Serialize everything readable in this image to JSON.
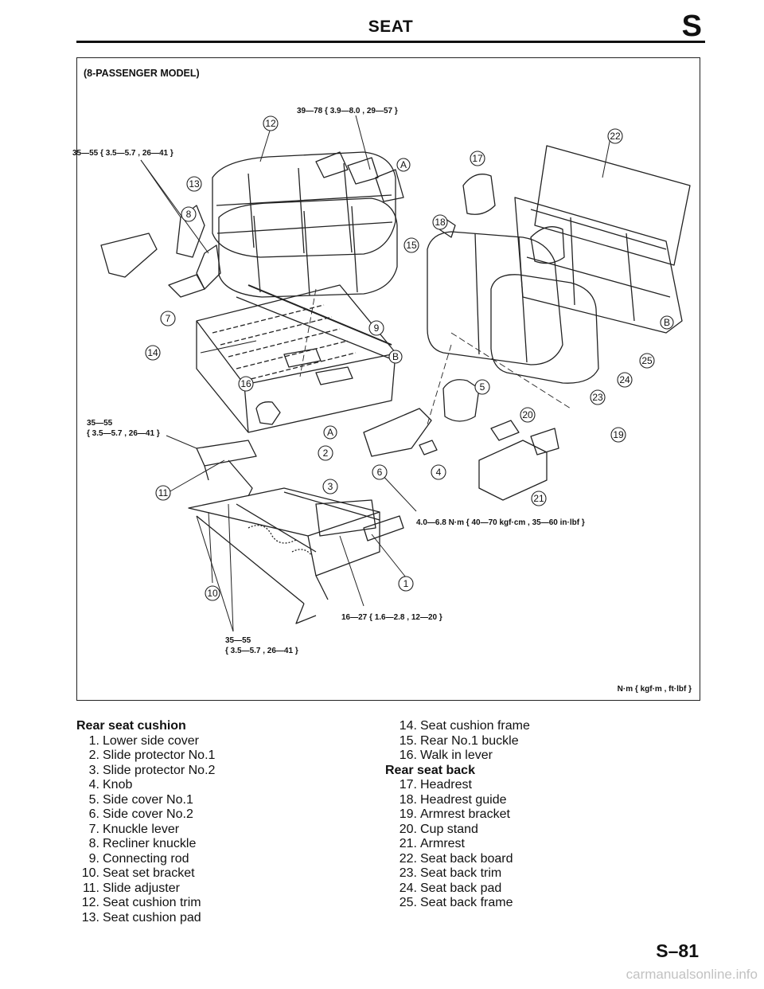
{
  "header": {
    "title": "SEAT",
    "section_letter": "S"
  },
  "figure": {
    "model_label": "(8-PASSENGER MODEL)",
    "units_note": "N·m { kgf·m , ft·lbf }",
    "torque_specs": [
      "39—78 { 3.9—8.0 , 29—57 }",
      "35—55 { 3.5—5.7 , 26—41 }",
      "35—55",
      "{ 3.5—5.7 , 26—41 }",
      "4.0—6.8 N·m { 40—70 kgf·cm , 35—60 in·lbf }",
      "16—27 { 1.6—2.8 , 12—20 }",
      "35—55",
      "{ 3.5—5.7 , 26—41 }"
    ],
    "callouts": [
      "1",
      "2",
      "3",
      "4",
      "5",
      "6",
      "7",
      "8",
      "9",
      "10",
      "11",
      "12",
      "13",
      "14",
      "15",
      "16",
      "17",
      "18",
      "19",
      "20",
      "21",
      "22",
      "23",
      "24",
      "25",
      "A",
      "A",
      "B",
      "B"
    ]
  },
  "legend_left": {
    "heading": "Rear seat cushion",
    "items": [
      {
        "num": "1.",
        "label": "Lower side cover"
      },
      {
        "num": "2.",
        "label": "Slide protector No.1"
      },
      {
        "num": "3.",
        "label": "Slide protector No.2"
      },
      {
        "num": "4.",
        "label": "Knob"
      },
      {
        "num": "5.",
        "label": "Side cover No.1"
      },
      {
        "num": "6.",
        "label": "Side cover No.2"
      },
      {
        "num": "7.",
        "label": "Knuckle lever"
      },
      {
        "num": "8.",
        "label": "Recliner knuckle"
      },
      {
        "num": "9.",
        "label": "Connecting rod"
      },
      {
        "num": "10.",
        "label": "Seat set bracket"
      },
      {
        "num": "11.",
        "label": "Slide adjuster"
      },
      {
        "num": "12.",
        "label": "Seat cushion trim"
      },
      {
        "num": "13.",
        "label": "Seat cushion pad"
      }
    ]
  },
  "legend_right": {
    "items_a": [
      {
        "num": "14.",
        "label": "Seat cushion frame"
      },
      {
        "num": "15.",
        "label": "Rear No.1 buckle"
      },
      {
        "num": "16.",
        "label": "Walk in lever"
      }
    ],
    "heading": "Rear seat back",
    "items_b": [
      {
        "num": "17.",
        "label": "Headrest"
      },
      {
        "num": "18.",
        "label": "Headrest guide"
      },
      {
        "num": "19.",
        "label": "Armrest bracket"
      },
      {
        "num": "20.",
        "label": "Cup stand"
      },
      {
        "num": "21.",
        "label": "Armrest"
      },
      {
        "num": "22.",
        "label": "Seat back board"
      },
      {
        "num": "23.",
        "label": "Seat back trim"
      },
      {
        "num": "24.",
        "label": "Seat back pad"
      },
      {
        "num": "25.",
        "label": "Seat back frame"
      }
    ]
  },
  "footer": {
    "page_number": "S–81",
    "watermark": "carmanualsonline.info"
  }
}
